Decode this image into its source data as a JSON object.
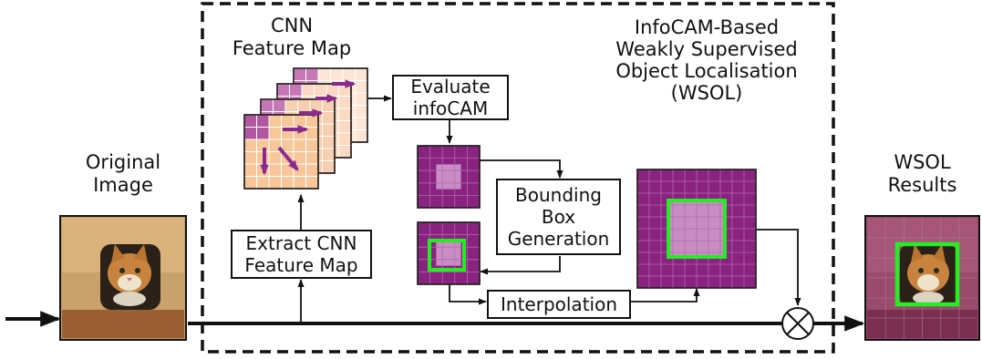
{
  "labels": {
    "original": [
      "Original",
      "Image"
    ],
    "cnn_map": [
      "CNN",
      "Feature Map"
    ],
    "wsol_title": [
      "InfoCAM-Based",
      "Weakly Supervised",
      "Object Localisation",
      "(WSOL)"
    ],
    "results": [
      "WSOL",
      "Results"
    ]
  },
  "boxes": {
    "evaluate": [
      "Evaluate",
      "infoCAM"
    ],
    "extract": [
      "Extract CNN",
      "Feature Map"
    ],
    "bbox": [
      "Bounding",
      "Box",
      "Generation"
    ],
    "interpolation": "Interpolation"
  },
  "colors": {
    "purple": "#8a2280",
    "light_purple": "#c98dc3",
    "green": "#22ee22",
    "peach": "#f7c79a",
    "arrow_purple": "#8a2a8e"
  },
  "icons": {
    "multiply": "circled-times-icon"
  }
}
